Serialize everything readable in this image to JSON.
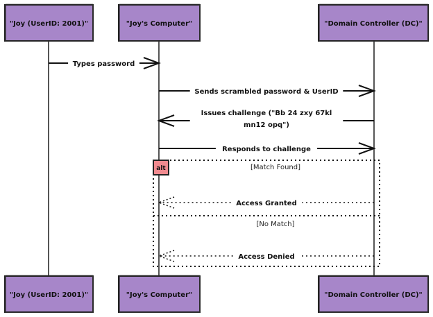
{
  "diagram": {
    "type": "sequence",
    "participants": [
      {
        "id": "joy",
        "label": "\"Joy (UserID: 2001)\""
      },
      {
        "id": "computer",
        "label": "\"Joy's Computer\""
      },
      {
        "id": "dc",
        "label": "\"Domain Controller (DC)\""
      }
    ],
    "messages": [
      {
        "from": "joy",
        "to": "computer",
        "lines": [
          "Types password"
        ],
        "style": "solid"
      },
      {
        "from": "computer",
        "to": "dc",
        "lines": [
          "Sends scrambled password & UserID"
        ],
        "style": "solid"
      },
      {
        "from": "dc",
        "to": "computer",
        "lines": [
          "Issues challenge (\"Bb 24 zxy 67kl",
          "mn12 opq\")"
        ],
        "style": "solid"
      },
      {
        "from": "computer",
        "to": "dc",
        "lines": [
          "Responds to challenge"
        ],
        "style": "solid"
      }
    ],
    "alt": {
      "label": "alt",
      "sections": [
        {
          "guard": "[Match Found]",
          "message": {
            "from": "dc",
            "to": "computer",
            "text": "Access Granted",
            "style": "dashed"
          }
        },
        {
          "guard": "[No Match]",
          "message": {
            "from": "dc",
            "to": "computer",
            "text": "Access Denied",
            "style": "dashed"
          }
        }
      ]
    },
    "colors": {
      "participant_fill": "#a786c9",
      "alt_label_fill": "#f08a8f",
      "line": "#111111",
      "lifeline": "#555555"
    }
  }
}
